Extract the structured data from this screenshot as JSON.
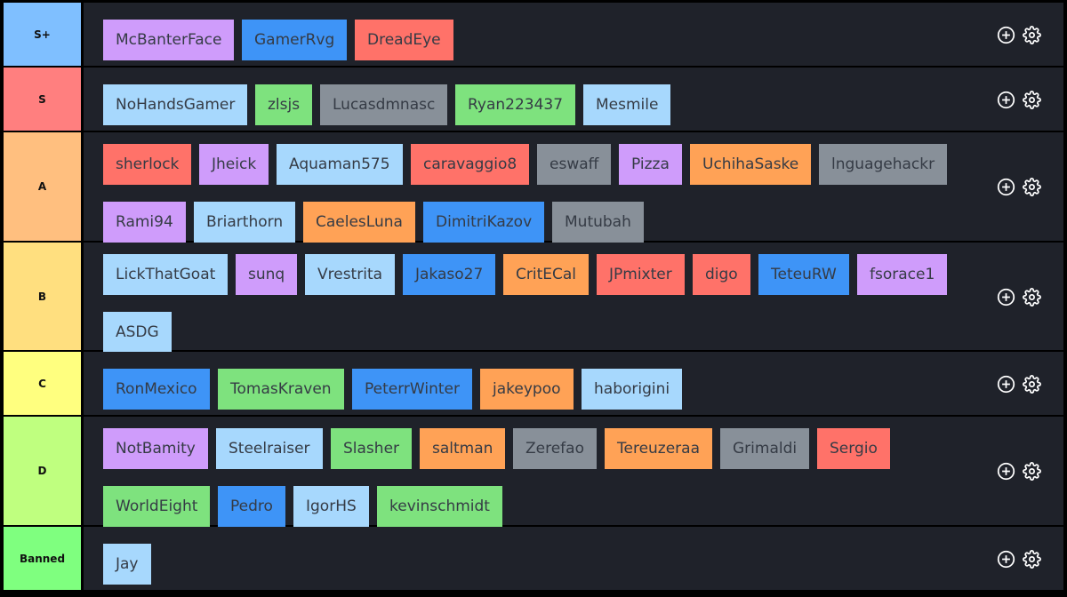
{
  "colors": {
    "purple": "#cf9cfb",
    "blue": "#3e94f7",
    "red": "#ff7269",
    "lightblue": "#a7d8fd",
    "green": "#7ee27e",
    "gray": "#889099",
    "orange": "#ffa256",
    "panel": "#1f222a",
    "item_text": "#353b45"
  },
  "tiers": [
    {
      "label": "S+",
      "color": "#7fbfff",
      "items": [
        {
          "name": "McBanterFace",
          "color": "purple"
        },
        {
          "name": "GamerRvg",
          "color": "blue"
        },
        {
          "name": "DreadEye",
          "color": "red"
        }
      ]
    },
    {
      "label": "S",
      "color": "#ff7f7f",
      "items": [
        {
          "name": "NoHandsGamer",
          "color": "lightblue"
        },
        {
          "name": "zlsjs",
          "color": "green"
        },
        {
          "name": "Lucasdmnasc",
          "color": "gray"
        },
        {
          "name": "Ryan223437",
          "color": "green"
        },
        {
          "name": "Mesmile",
          "color": "lightblue"
        }
      ]
    },
    {
      "label": "A",
      "color": "#ffbf7f",
      "items": [
        {
          "name": "sherlock",
          "color": "red"
        },
        {
          "name": "Jheick",
          "color": "purple"
        },
        {
          "name": "Aquaman575",
          "color": "lightblue"
        },
        {
          "name": "caravaggio8",
          "color": "red"
        },
        {
          "name": "eswaff",
          "color": "gray"
        },
        {
          "name": "Pizza",
          "color": "purple"
        },
        {
          "name": "UchihaSaske",
          "color": "orange"
        },
        {
          "name": "lnguagehackr",
          "color": "gray"
        },
        {
          "name": "Rami94",
          "color": "purple"
        },
        {
          "name": "Briarthorn",
          "color": "lightblue"
        },
        {
          "name": "CaelesLuna",
          "color": "orange"
        },
        {
          "name": "DimitriKazov",
          "color": "blue"
        },
        {
          "name": "Mutubah",
          "color": "gray"
        }
      ]
    },
    {
      "label": "B",
      "color": "#ffdf7f",
      "items": [
        {
          "name": "LickThatGoat",
          "color": "lightblue"
        },
        {
          "name": "sunq",
          "color": "purple"
        },
        {
          "name": "Vrestrita",
          "color": "lightblue"
        },
        {
          "name": "Jakaso27",
          "color": "blue"
        },
        {
          "name": "CritECal",
          "color": "orange"
        },
        {
          "name": "JPmixter",
          "color": "red"
        },
        {
          "name": "digo",
          "color": "red"
        },
        {
          "name": "TeteuRW",
          "color": "blue"
        },
        {
          "name": "fsorace1",
          "color": "purple"
        },
        {
          "name": "ASDG",
          "color": "lightblue"
        }
      ]
    },
    {
      "label": "C",
      "color": "#ffff7f",
      "items": [
        {
          "name": "RonMexico",
          "color": "blue"
        },
        {
          "name": "TomasKraven",
          "color": "green"
        },
        {
          "name": "PeterrWinter",
          "color": "blue"
        },
        {
          "name": "jakeypoo",
          "color": "orange"
        },
        {
          "name": "haborigini",
          "color": "lightblue"
        }
      ]
    },
    {
      "label": "D",
      "color": "#bfff7f",
      "items": [
        {
          "name": "NotBamity",
          "color": "purple"
        },
        {
          "name": "Steelraiser",
          "color": "lightblue"
        },
        {
          "name": "Slasher",
          "color": "green"
        },
        {
          "name": "saltman",
          "color": "orange"
        },
        {
          "name": "Zerefao",
          "color": "gray"
        },
        {
          "name": "Tereuzeraa",
          "color": "orange"
        },
        {
          "name": "Grimaldi",
          "color": "gray"
        },
        {
          "name": "Sergio",
          "color": "red"
        },
        {
          "name": "WorldEight",
          "color": "green"
        },
        {
          "name": "Pedro",
          "color": "blue"
        },
        {
          "name": "IgorHS",
          "color": "lightblue"
        },
        {
          "name": "kevinschmidt",
          "color": "green"
        }
      ]
    },
    {
      "label": "Banned",
      "color": "#7fff7f",
      "items": [
        {
          "name": "Jay",
          "color": "lightblue"
        }
      ]
    }
  ],
  "controls": {
    "add_icon": "plus-circle-icon",
    "settings_icon": "gear-icon"
  }
}
